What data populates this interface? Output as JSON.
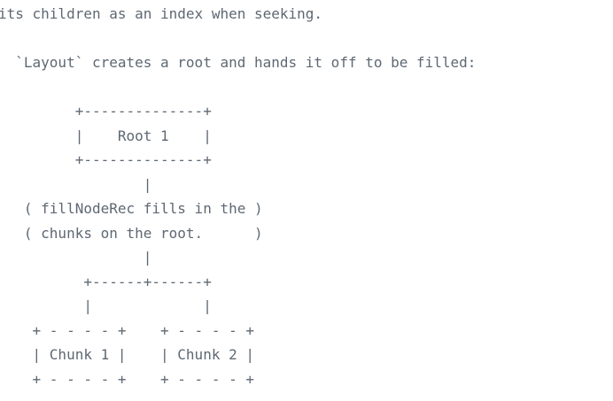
{
  "page": {
    "background": "#ffffff",
    "text_color": "#5e6873"
  },
  "document": {
    "paragraph_fragment": "its children as an index when seeking.",
    "intro": "  `Layout` creates a root and hands it off to be filled:",
    "diagram": {
      "lines": [
        "         +--------------+",
        "         |    Root 1    |",
        "         +--------------+",
        "                 |",
        "   ( fillNodeRec fills in the )",
        "   ( chunks on the root.      )",
        "                 |",
        "          +------+------+",
        "          |             |",
        "    + - - - - +    + - - - - +",
        "    | Chunk 1 |    | Chunk 2 |",
        "    + - - - - +    + - - - - +"
      ]
    }
  }
}
